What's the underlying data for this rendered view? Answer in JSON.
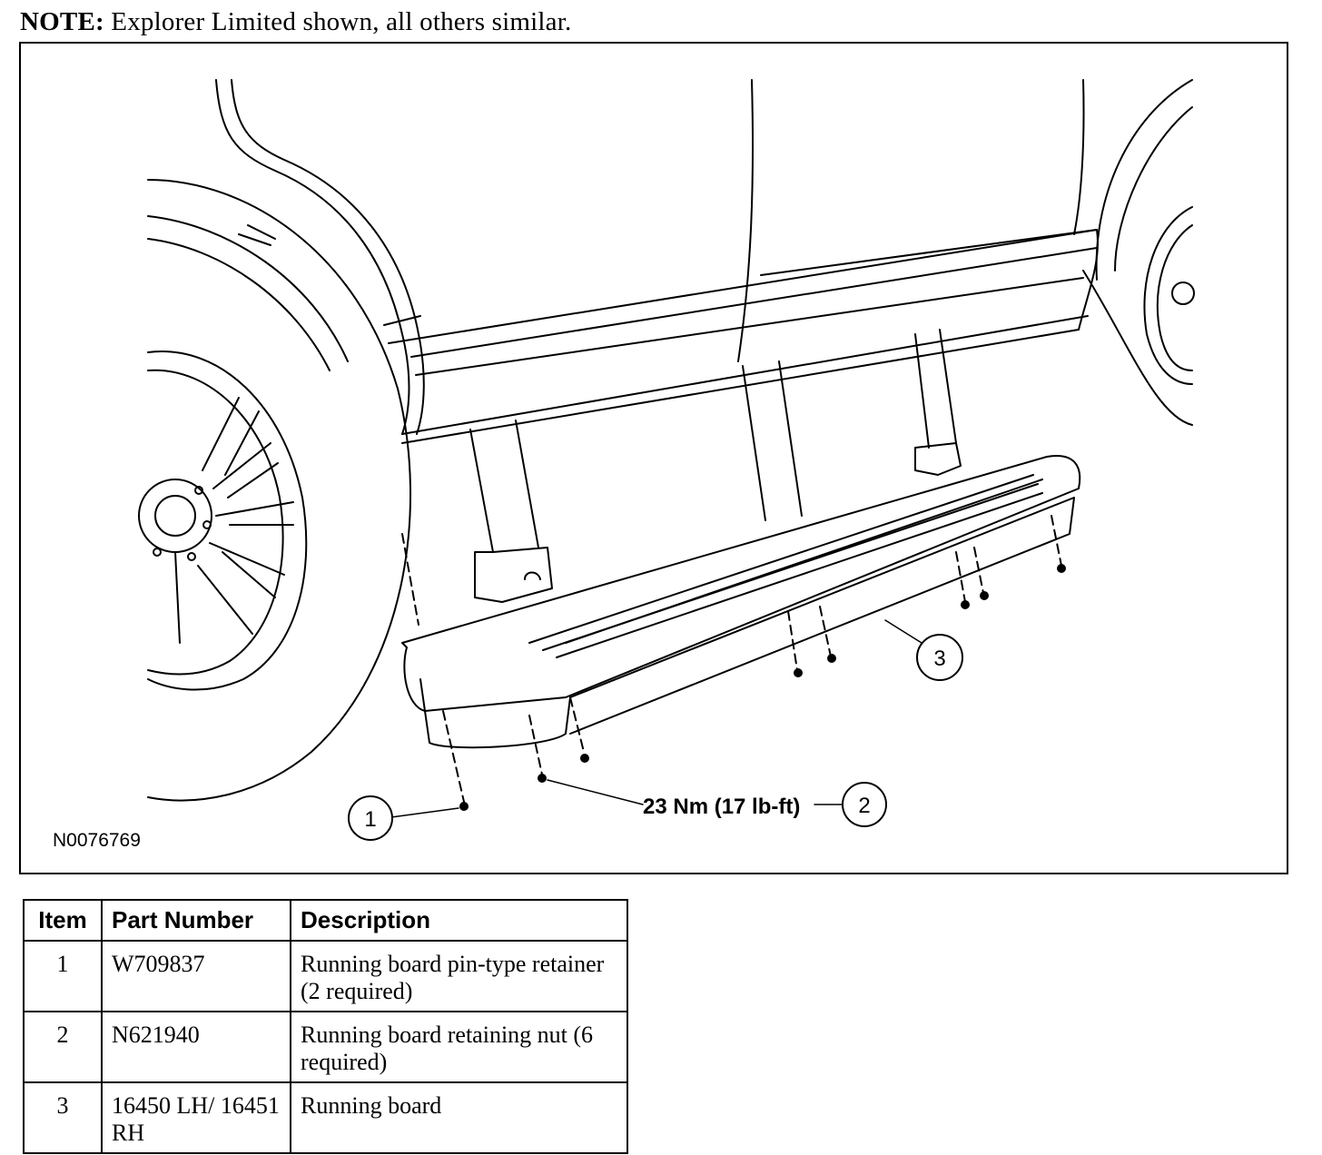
{
  "note": {
    "prefix": "NOTE:",
    "text": " Explorer Limited shown, all others similar."
  },
  "figure": {
    "id_code": "N0076769",
    "callouts": [
      {
        "number": "1"
      },
      {
        "number": "2"
      },
      {
        "number": "3"
      }
    ],
    "torque_label": "23 Nm (17 lb-ft)"
  },
  "table": {
    "headers": {
      "item": "Item",
      "part_number": "Part Number",
      "description": "Description"
    },
    "rows": [
      {
        "item": "1",
        "part_number": "W709837",
        "description": "Running board pin-type retainer (2 required)"
      },
      {
        "item": "2",
        "part_number": "N621940",
        "description": "Running board retaining nut (6 required)"
      },
      {
        "item": "3",
        "part_number": "16450 LH/ 16451 RH",
        "description": "Running board"
      }
    ]
  }
}
